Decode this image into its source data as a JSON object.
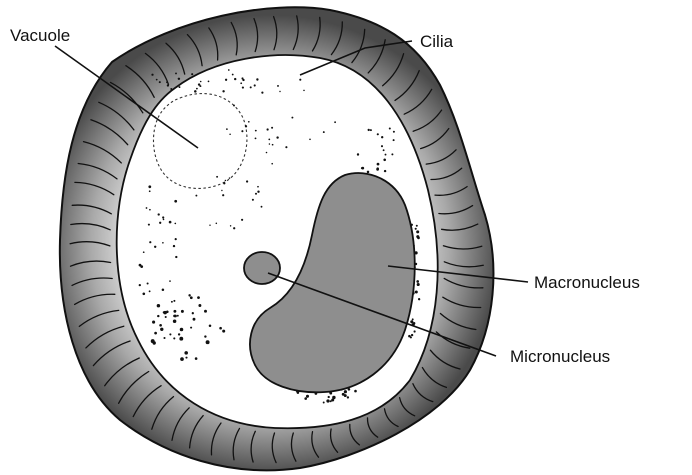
{
  "labels": {
    "vacuole": "Vacuole",
    "cilia": "Cilia",
    "macronucleus": "Macronucleus",
    "micronucleus": "Micronucleus"
  },
  "colors": {
    "ink": "#111111",
    "cell_body": "#ffffff",
    "cilia_band_light": "#f4f4f4",
    "cilia_band_dark": "#4a4a4a",
    "nucleus_fill": "#8e8e8e"
  }
}
